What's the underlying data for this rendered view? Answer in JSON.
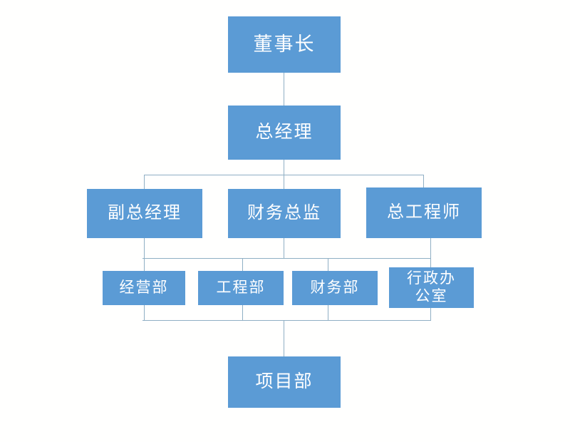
{
  "chart_data": {
    "type": "diagram",
    "diagram_type": "organizational-chart",
    "title": "",
    "orientation": "top-down",
    "node_fill_color": "#5b9bd5",
    "node_text_color": "#ffffff",
    "connector_color": "#8fafc4",
    "background_color": "#fffffe",
    "levels": [
      {
        "level": 1,
        "nodes": [
          "董事长"
        ]
      },
      {
        "level": 2,
        "nodes": [
          "总经理"
        ]
      },
      {
        "level": 3,
        "nodes": [
          "副总经理",
          "财务总监",
          "总工程师"
        ]
      },
      {
        "level": 4,
        "nodes": [
          "经营部",
          "工程部",
          "财务部",
          "行政办公室"
        ]
      },
      {
        "level": 5,
        "nodes": [
          "项目部"
        ]
      }
    ],
    "edges": [
      {
        "from": "董事长",
        "to": "总经理"
      },
      {
        "from": "总经理",
        "to": "副总经理"
      },
      {
        "from": "总经理",
        "to": "财务总监"
      },
      {
        "from": "总经理",
        "to": "总工程师"
      },
      {
        "from": "副总经理",
        "to": "经营部"
      },
      {
        "from": "副总经理",
        "to": "工程部"
      },
      {
        "from": "财务总监",
        "to": "财务部"
      },
      {
        "from": "总工程师",
        "to": "行政办公室"
      },
      {
        "from": "经营部",
        "to": "项目部"
      },
      {
        "from": "工程部",
        "to": "项目部"
      },
      {
        "from": "财务部",
        "to": "项目部"
      },
      {
        "from": "行政办公室",
        "to": "项目部"
      }
    ]
  },
  "nodes": {
    "chairman": {
      "label": "董事长"
    },
    "general_manager": {
      "label": "总经理"
    },
    "deputy_general_manager": {
      "label": "副总经理"
    },
    "cfo": {
      "label": "财务总监"
    },
    "chief_engineer": {
      "label": "总工程师"
    },
    "operations_dept": {
      "label": "经营部"
    },
    "engineering_dept": {
      "label": "工程部"
    },
    "finance_dept": {
      "label": "财务部"
    },
    "admin_office": {
      "label": "行政办\n公室"
    },
    "project_dept": {
      "label": "项目部"
    }
  }
}
